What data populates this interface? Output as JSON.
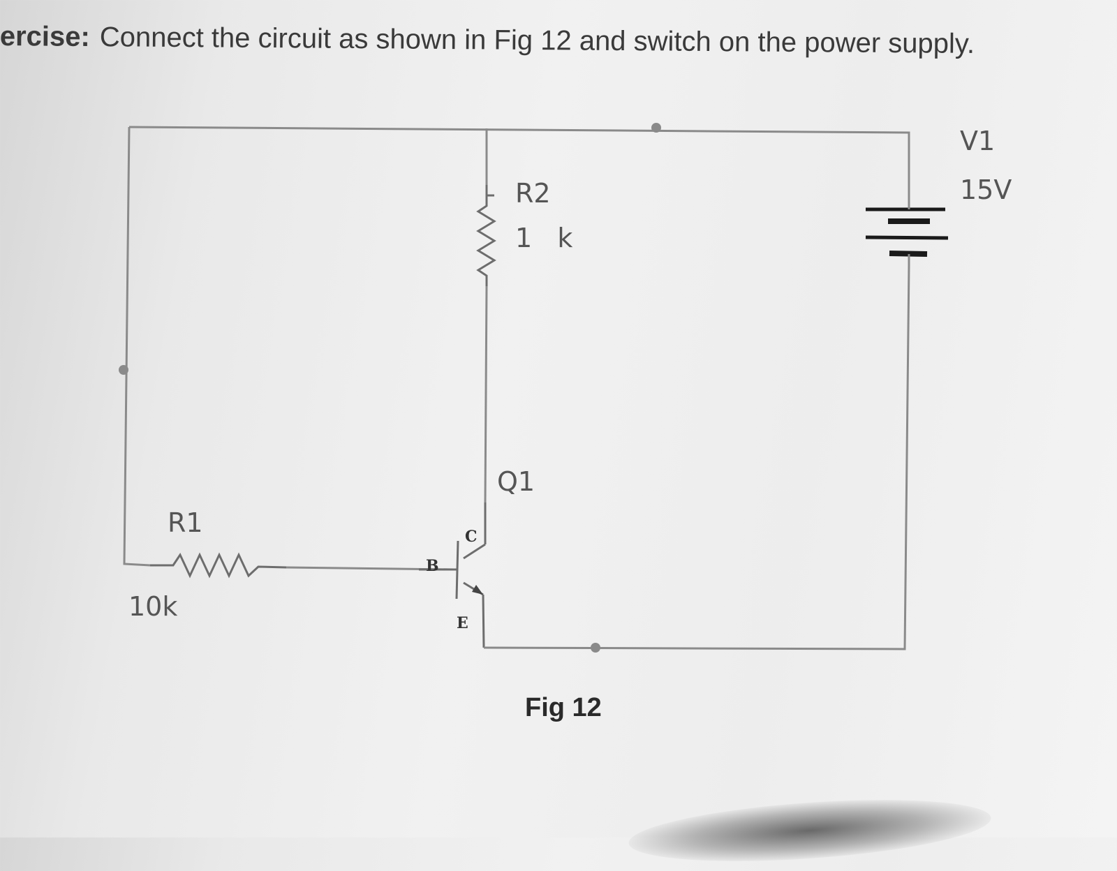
{
  "instruction": {
    "lead": "ercise:",
    "text": "Connect the circuit as shown in Fig 12 and switch on the power supply."
  },
  "components": {
    "r1": {
      "name": "R1",
      "value": "10k"
    },
    "r2": {
      "name": "R2",
      "value": "1   k"
    },
    "q1": {
      "name": "Q1"
    },
    "v1": {
      "name": "V1",
      "value": "15V"
    }
  },
  "pins": {
    "base": "B",
    "collector": "C",
    "emitter": "E"
  },
  "caption": "Fig 12"
}
